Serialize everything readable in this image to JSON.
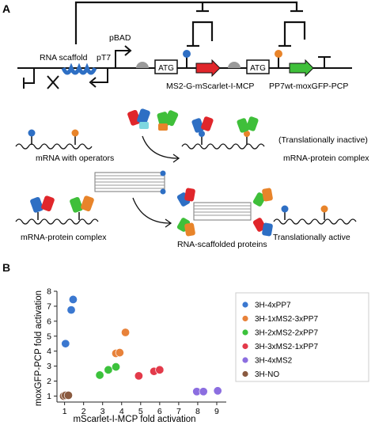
{
  "panel_a": {
    "letter": "A",
    "labels": {
      "rna_scaffold": "RNA scaffold",
      "pt7": "pT7",
      "pbad": "pBAD",
      "atg1": "ATG",
      "atg2": "ATG",
      "gene1": "MS2-G-mScarlet-I-MCP",
      "gene2": "PP7wt-moxGFP-PCP",
      "mrna_operators": "mRNA with operators",
      "translationally_inactive": "(Translationally inactive)",
      "mrna_protein_complex_right": "mRNA-protein complex",
      "mrna_protein_complex_left": "mRNA-protein complex",
      "rna_scaffolded_proteins": "RNA-scaffolded proteins",
      "translationally_active": "Translationally active"
    },
    "colors": {
      "ms2_blue": "#2e6fc4",
      "pp7_orange": "#e8842a",
      "mscarlet_red": "#e0262b",
      "moxgfp_green": "#3fbf3a",
      "rbs_gray": "#9a9a9a",
      "scaffold_blue": "#2e6fc4"
    }
  },
  "panel_b": {
    "letter": "B",
    "chart_data": {
      "type": "scatter",
      "xlabel": "mScarlet-I-MCP fold activation",
      "ylabel": "moxGFP-PCP fold activation",
      "xlim": [
        0.6,
        9.5
      ],
      "ylim": [
        0.6,
        8.0
      ],
      "xticks": [
        1,
        2,
        3,
        4,
        5,
        6,
        7,
        8,
        9
      ],
      "yticks": [
        1,
        2,
        3,
        4,
        5,
        6,
        7,
        8
      ],
      "grid": false,
      "legend_position": "right",
      "series": [
        {
          "name": "3H-4xPP7",
          "color": "#3b78d0",
          "points": [
            [
              1.05,
              4.5
            ],
            [
              1.35,
              6.75
            ],
            [
              1.45,
              7.45
            ]
          ]
        },
        {
          "name": "3H-1xMS2-3xPP7",
          "color": "#e8823a",
          "points": [
            [
              3.7,
              3.85
            ],
            [
              3.9,
              3.9
            ],
            [
              4.2,
              5.25
            ]
          ]
        },
        {
          "name": "3H-2xMS2-2xPP7",
          "color": "#3cc23c",
          "points": [
            [
              2.85,
              2.4
            ],
            [
              3.3,
              2.75
            ],
            [
              3.7,
              2.95
            ]
          ]
        },
        {
          "name": "3H-3xMS2-1xPP7",
          "color": "#e33a4a",
          "points": [
            [
              4.9,
              2.35
            ],
            [
              5.7,
              2.65
            ],
            [
              6.0,
              2.75
            ]
          ]
        },
        {
          "name": "3H-4xMS2",
          "color": "#8c6ee0",
          "points": [
            [
              7.95,
              1.3
            ],
            [
              8.3,
              1.3
            ],
            [
              9.05,
              1.35
            ]
          ]
        },
        {
          "name": "3H-NO",
          "color": "#8a5a40",
          "points": [
            [
              0.95,
              1.0
            ],
            [
              1.05,
              1.05
            ],
            [
              1.2,
              1.05
            ]
          ]
        }
      ]
    }
  }
}
